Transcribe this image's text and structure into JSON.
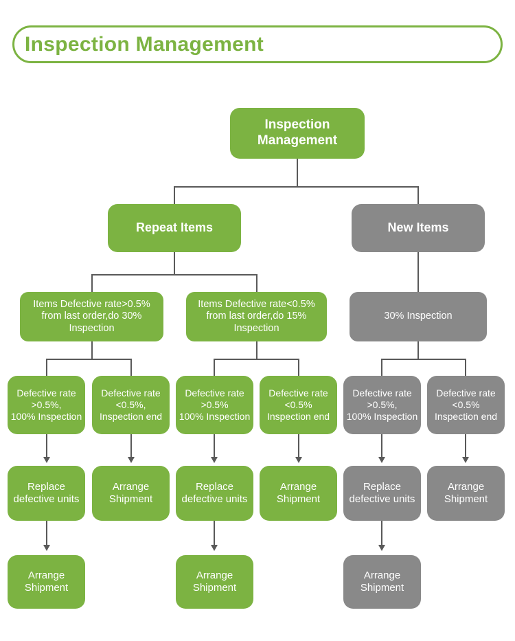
{
  "header": {
    "title": "Inspection Management",
    "border_color": "#7CB342",
    "text_color": "#7CB342"
  },
  "palette": {
    "green": "#7CB342",
    "gray": "#898989",
    "connector": "#595959",
    "node_text": "#FFFFFF",
    "background": "#FFFFFF"
  },
  "chart_data": {
    "type": "diagram",
    "diagram_kind": "tree-flowchart",
    "title": "Inspection Management",
    "levels": 6,
    "branch_colors": {
      "repeat_items_branch": "#7CB342",
      "new_items_branch": "#898989"
    }
  },
  "nodes": {
    "root": {
      "label": "Inspection\nManagement",
      "color": "green"
    },
    "level2": [
      {
        "label": "Repeat Items",
        "color": "green"
      },
      {
        "label": "New Items",
        "color": "gray"
      }
    ],
    "level3": [
      {
        "label": "Items Defective rate>0.5%\nfrom last order,do 30%\nInspection",
        "color": "green"
      },
      {
        "label": "Items Defective rate<0.5%\nfrom last order,do 15%\nInspection",
        "color": "green"
      },
      {
        "label": "30% Inspection",
        "color": "gray"
      }
    ],
    "level4": [
      {
        "label": "Defective rate\n>0.5%,\n100% Inspection",
        "color": "green"
      },
      {
        "label": "Defective rate\n<0.5%,\nInspection end",
        "color": "green"
      },
      {
        "label": "Defective rate\n>0.5%\n100% Inspection",
        "color": "green"
      },
      {
        "label": "Defective rate\n<0.5%\nInspection end",
        "color": "green"
      },
      {
        "label": "Defective rate\n>0.5%,\n100% Inspection",
        "color": "gray"
      },
      {
        "label": "Defective rate\n<0.5%\nInspection end",
        "color": "gray"
      }
    ],
    "level5": [
      {
        "label": "Replace\ndefective units",
        "color": "green"
      },
      {
        "label": "Arrange\nShipment",
        "color": "green"
      },
      {
        "label": "Replace\ndefective units",
        "color": "green"
      },
      {
        "label": "Arrange\nShipment",
        "color": "green"
      },
      {
        "label": "Replace\ndefective units",
        "color": "gray"
      },
      {
        "label": "Arrange\nShipment",
        "color": "gray"
      }
    ],
    "level6": [
      {
        "label": "Arrange\nShipment",
        "color": "green"
      },
      {
        "label": "Arrange\nShipment",
        "color": "green"
      },
      {
        "label": "Arrange\nShipment",
        "color": "gray"
      }
    ]
  }
}
